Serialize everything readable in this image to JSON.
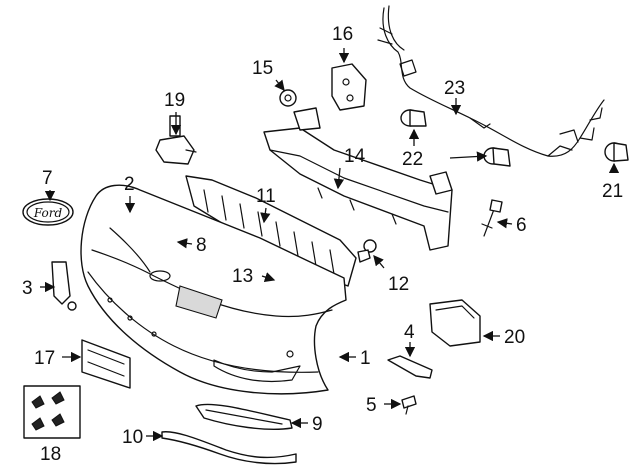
{
  "diagram": {
    "callouts": [
      {
        "id": "1",
        "text": "1"
      },
      {
        "id": "2",
        "text": "2"
      },
      {
        "id": "3",
        "text": "3"
      },
      {
        "id": "4",
        "text": "4"
      },
      {
        "id": "5",
        "text": "5"
      },
      {
        "id": "6",
        "text": "6"
      },
      {
        "id": "7",
        "text": "7"
      },
      {
        "id": "8",
        "text": "8"
      },
      {
        "id": "9",
        "text": "9"
      },
      {
        "id": "10",
        "text": "10"
      },
      {
        "id": "11",
        "text": "11"
      },
      {
        "id": "12",
        "text": "12"
      },
      {
        "id": "13",
        "text": "13"
      },
      {
        "id": "14",
        "text": "14"
      },
      {
        "id": "15",
        "text": "15"
      },
      {
        "id": "16",
        "text": "16"
      },
      {
        "id": "17",
        "text": "17"
      },
      {
        "id": "18",
        "text": "18"
      },
      {
        "id": "19",
        "text": "19"
      },
      {
        "id": "20",
        "text": "20"
      },
      {
        "id": "21",
        "text": "21"
      },
      {
        "id": "22",
        "text": "22"
      },
      {
        "id": "23",
        "text": "23"
      }
    ],
    "emblem_text": "Ford"
  }
}
